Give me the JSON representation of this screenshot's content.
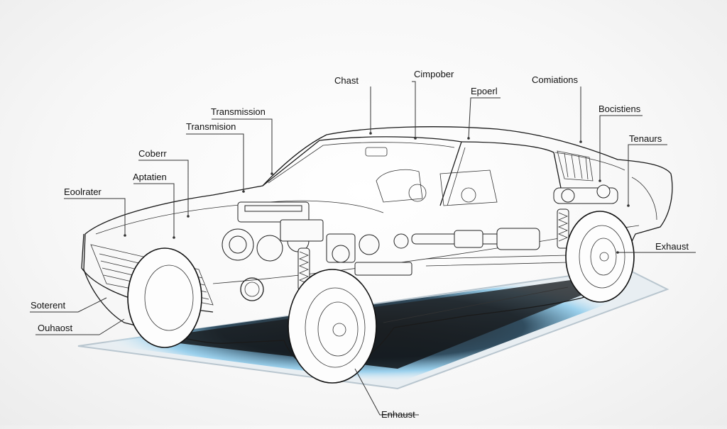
{
  "labels": {
    "chast": "Chast",
    "cimpober": "Cimpober",
    "speerl": "Epoerl",
    "combinations": "Comiations",
    "transmission_top": "Transmission",
    "transmission_mid": "Transmision",
    "bocistiens": "Bocistiens",
    "coberr": "Coberr",
    "tenauts": "Tenaurs",
    "aptatien": "Aptatien",
    "eoolrater": "Eoolrater",
    "exhaust_right": "Exhaust",
    "soterent": "Soterent",
    "ouhaost": "Ouhaost",
    "enhaust_bottom": "Enhaust"
  },
  "colors": {
    "line": "#333333",
    "platform_glow": "#5fb4e0",
    "platform_shadow": "#101418"
  }
}
